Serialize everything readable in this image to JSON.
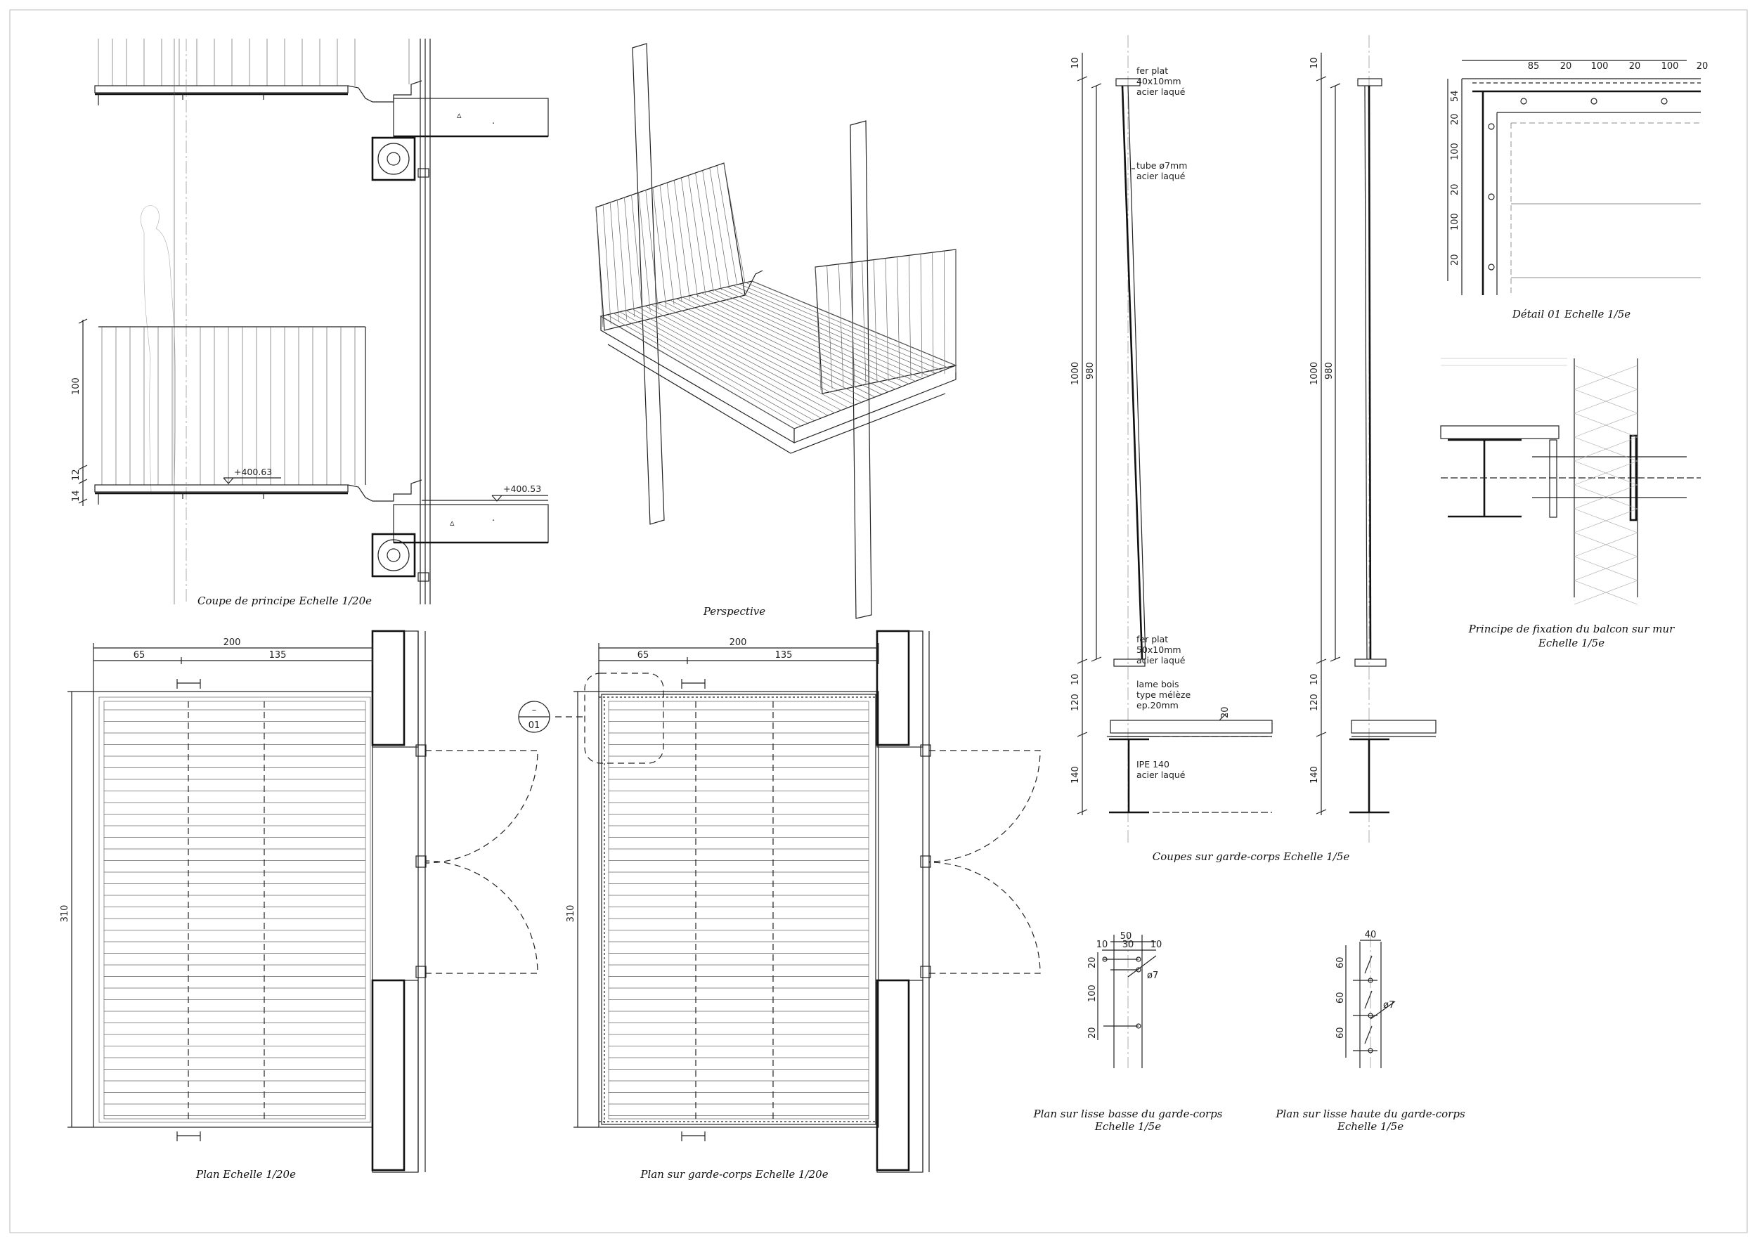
{
  "captions": {
    "coupe": "Coupe de principe Echelle 1/20e",
    "perspective": "Perspective",
    "plan": "Plan Echelle 1/20e",
    "plan_gc": "Plan sur garde-corps Echelle 1/20e",
    "coupes_gc": "Coupes  sur garde-corps Echelle 1/5e",
    "detail01": "Détail 01 Echelle 1/5e",
    "fixation_1": "Principe de fixation du balcon sur mur",
    "fixation_2": "Echelle 1/5e",
    "lisse_basse_1": "Plan sur lisse basse du garde-corps",
    "lisse_basse_2": "Echelle 1/5e",
    "lisse_haute_1": "Plan sur lisse haute du garde-corps",
    "lisse_haute_2": "Echelle 1/5e"
  },
  "levels": {
    "balcony": "+400.63",
    "floor": "+400.53"
  },
  "section_dims": {
    "h100": "100",
    "h12": "12",
    "h14": "14"
  },
  "plan_dims": {
    "total_w": "200",
    "left": "65",
    "right": "135",
    "depth": "310"
  },
  "detail_marker": {
    "top": "–",
    "bottom": "01"
  },
  "annotations": {
    "top_flat_1": "fer plat",
    "top_flat_2": "40x10mm",
    "top_flat_3": "acier laqué",
    "tube_1": "tube ø7mm",
    "tube_2": "acier laqué",
    "bot_flat_1": "fer plat",
    "bot_flat_2": "50x10mm",
    "bot_flat_3": "acier laqué",
    "wood_1": "lame bois",
    "wood_2": "type mélèze",
    "wood_3": "ep.20mm",
    "ipe_1": "IPE 140",
    "ipe_2": "acier laqué"
  },
  "gc_dims": {
    "d10a": "10",
    "d1000": "1000",
    "d980": "980",
    "d10b": "10",
    "d120": "120",
    "d140": "140",
    "d20": "20"
  },
  "detail01_dims": {
    "top": [
      "85",
      "20",
      "100",
      "20",
      "100",
      "20"
    ],
    "side": [
      "54",
      "20",
      "100",
      "20",
      "100",
      "20"
    ]
  },
  "lisse_basse_dims": {
    "w50": "50",
    "d10a": "10",
    "d30": "30",
    "d10b": "10",
    "d20a": "20",
    "d100": "100",
    "d20b": "20",
    "dia": "ø7"
  },
  "lisse_haute_dims": {
    "w40": "40",
    "d60a": "60",
    "d60b": "60",
    "d60c": "60",
    "dia": "ø7"
  }
}
